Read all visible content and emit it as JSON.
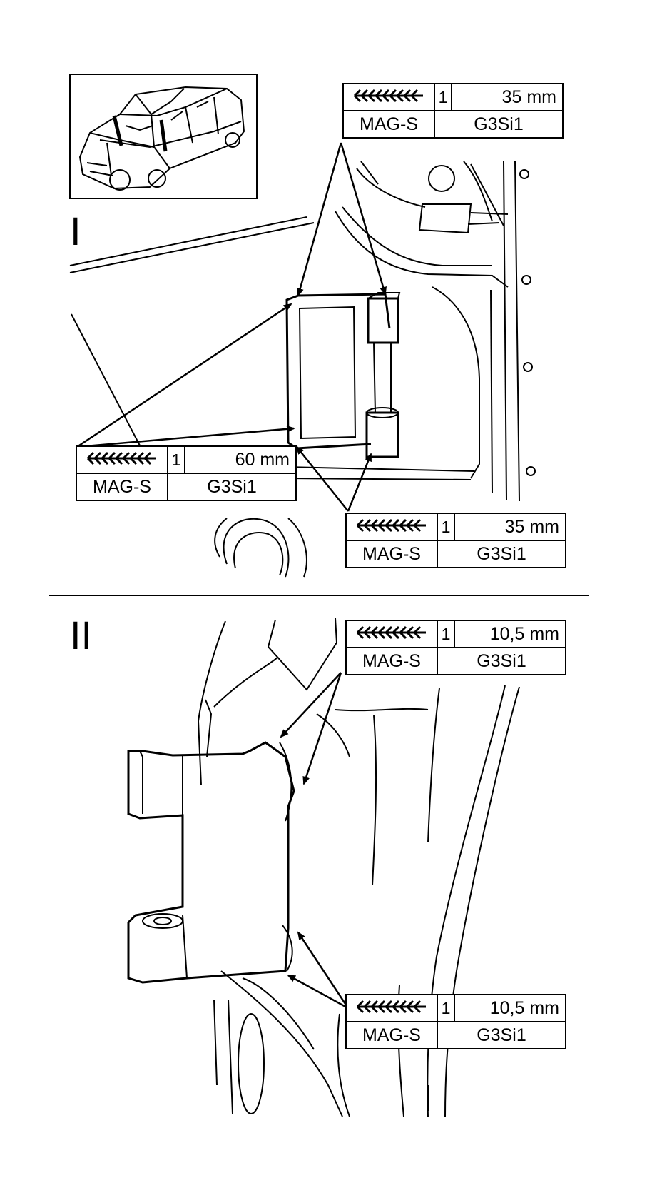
{
  "sections": [
    {
      "id": "I",
      "label": "I"
    },
    {
      "id": "II",
      "label": "II"
    }
  ],
  "weld_tables": [
    {
      "id": "I-top",
      "passes": "1",
      "length": "35 mm",
      "process": "MAG-S",
      "wire": "G3Si1",
      "symbol": "weld-seam-symbol"
    },
    {
      "id": "I-left",
      "passes": "1",
      "length": "60 mm",
      "process": "MAG-S",
      "wire": "G3Si1",
      "symbol": "weld-seam-symbol"
    },
    {
      "id": "I-bottom",
      "passes": "1",
      "length": "35 mm",
      "process": "MAG-S",
      "wire": "G3Si1",
      "symbol": "weld-seam-symbol"
    },
    {
      "id": "II-top",
      "passes": "1",
      "length": "10,5 mm",
      "process": "MAG-S",
      "wire": "G3Si1",
      "symbol": "weld-seam-symbol"
    },
    {
      "id": "II-bottom",
      "passes": "1",
      "length": "10,5 mm",
      "process": "MAG-S",
      "wire": "G3Si1",
      "symbol": "weld-seam-symbol"
    }
  ],
  "icons": {
    "vehicle_thumbnail": "car-body-location-icon",
    "weld_symbol": "weld-seam-symbol-icon"
  },
  "colors": {
    "line": "#000000",
    "background": "#ffffff"
  }
}
